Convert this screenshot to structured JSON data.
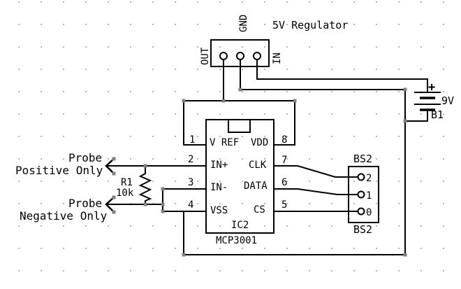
{
  "regulator": {
    "title": "5V Regulator",
    "pin_out_label": "OUT",
    "pin_gnd_label": "GND",
    "pin_in_label": "IN"
  },
  "battery": {
    "plus_sign": "+",
    "voltage": "9V",
    "designator": "B1"
  },
  "ic": {
    "designator": "IC2",
    "part_number": "MCP3001",
    "pin_numbers": {
      "p1": "1",
      "p2": "2",
      "p3": "3",
      "p4": "4",
      "p5": "5",
      "p6": "6",
      "p7": "7",
      "p8": "8"
    },
    "pin_names": {
      "p1": "V REF",
      "p2": "IN+",
      "p3": "IN-",
      "p4": "VSS",
      "p5": "CS",
      "p6": "DATA",
      "p7": "CLK",
      "p8": "VDD"
    }
  },
  "resistor": {
    "designator": "R1",
    "value": "10k"
  },
  "bs2": {
    "label_top": "BS2",
    "label_bottom": "BS2",
    "terminals": [
      "2",
      "1",
      "0"
    ]
  },
  "annotations": {
    "probe_positive_line1": "Probe",
    "probe_positive_line2": "Positive Only",
    "probe_negative_line1": "Probe",
    "probe_negative_line2": "Negative Only"
  },
  "colors": {
    "wire": "#000000",
    "junction": "#808080",
    "grid_dot": "#555555",
    "background": "#ffffff"
  }
}
